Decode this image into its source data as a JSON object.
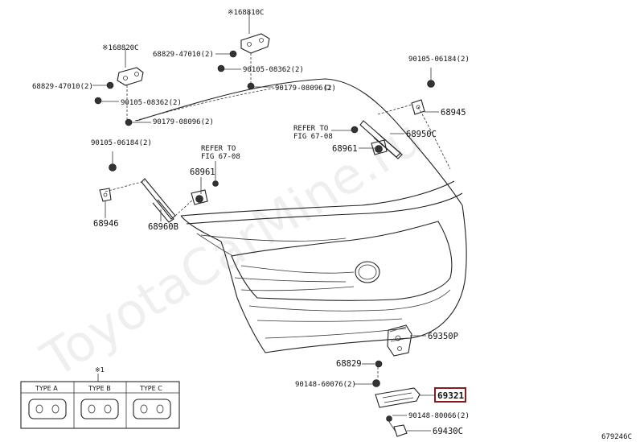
{
  "watermark": "ToyotaCarMine.ru",
  "diagram_code": "679246C",
  "labels": {
    "p168810c": "※168810C",
    "p168820c": "※168820C",
    "p68829_47010_top": "68829-47010(2)",
    "p90105_08362_top": "90105-08362(2)",
    "p90179_08096_top": "90179-08096(2)",
    "p68829_47010_left": "68829-47010(2)",
    "p90105_08362_left": "90105-08362(2)",
    "p90179_08096_left": "90179-08096(2)",
    "p90105_06184_left": "90105-06184(2)",
    "p90105_06184_right": "90105-06184(2)",
    "p68945": "68945",
    "p68950c": "68950C",
    "p68961_right": "68961",
    "p68961_left": "68961",
    "p68946": "68946",
    "p68960b": "68960B",
    "refer_right_1": "REFER TO",
    "refer_right_2": "FIG 67-08",
    "refer_left_1": "REFER TO",
    "refer_left_2": "FIG 67-08",
    "p69350p": "69350P",
    "p68829": "68829",
    "p90148_60076": "90148-60076(2)",
    "p69321": "69321",
    "p90148_80066": "90148-80066(2)",
    "p69430c": "69430C"
  },
  "legend": {
    "marker": "※1",
    "types": [
      "TYPE A",
      "TYPE B",
      "TYPE C"
    ]
  },
  "colors": {
    "highlight": "#8b1a1a",
    "line": "#222222"
  }
}
